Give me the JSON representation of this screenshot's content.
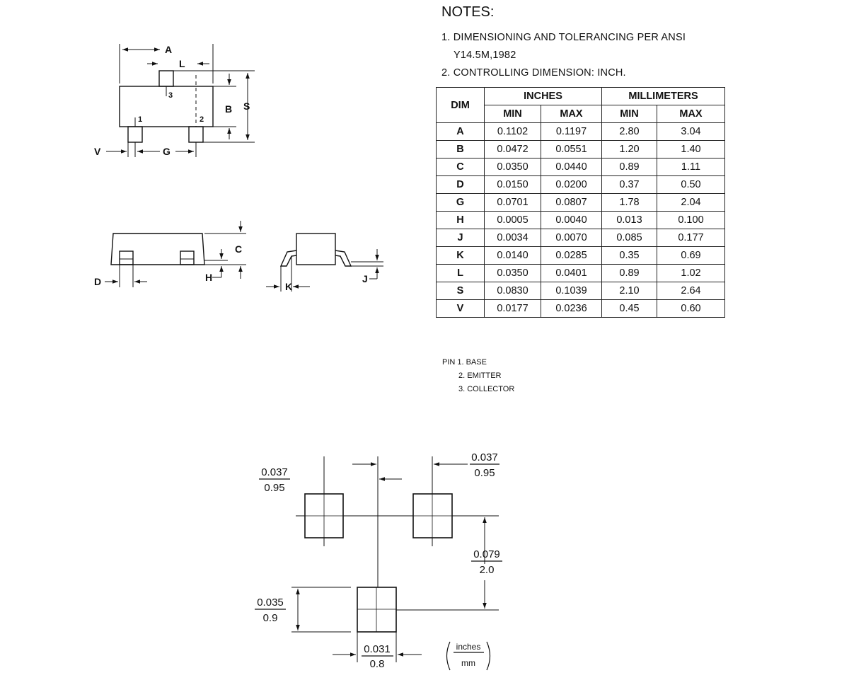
{
  "notes": {
    "title": "NOTES:",
    "line1": "1. DIMENSIONING AND TOLERANCING PER ANSI",
    "line1b": "Y14.5M,1982",
    "line2": "2. CONTROLLING DIMENSION: INCH."
  },
  "table": {
    "dim_header": "DIM",
    "inches_header": "INCHES",
    "mm_header": "MILLIMETERS",
    "min_label": "MIN",
    "max_label": "MAX",
    "rows": [
      [
        "A",
        "0.1102",
        "0.1197",
        "2.80",
        "3.04"
      ],
      [
        "B",
        "0.0472",
        "0.0551",
        "1.20",
        "1.40"
      ],
      [
        "C",
        "0.0350",
        "0.0440",
        "0.89",
        "1.11"
      ],
      [
        "D",
        "0.0150",
        "0.0200",
        "0.37",
        "0.50"
      ],
      [
        "G",
        "0.0701",
        "0.0807",
        "1.78",
        "2.04"
      ],
      [
        "H",
        "0.0005",
        "0.0040",
        "0.013",
        "0.100"
      ],
      [
        "J",
        "0.0034",
        "0.0070",
        "0.085",
        "0.177"
      ],
      [
        "K",
        "0.0140",
        "0.0285",
        "0.35",
        "0.69"
      ],
      [
        "L",
        "0.0350",
        "0.0401",
        "0.89",
        "1.02"
      ],
      [
        "S",
        "0.0830",
        "0.1039",
        "2.10",
        "2.64"
      ],
      [
        "V",
        "0.0177",
        "0.0236",
        "0.45",
        "0.60"
      ]
    ]
  },
  "pins": {
    "line1": "PIN 1. BASE",
    "line2": "2. EMITTER",
    "line3": "3. COLLECTOR"
  },
  "drawing": {
    "label_A": "A",
    "label_L": "L",
    "label_B": "B",
    "label_S": "S",
    "label_V": "V",
    "label_G": "G",
    "label_C": "C",
    "label_D": "D",
    "label_H": "H",
    "label_K": "K",
    "label_J": "J",
    "pin1": "1",
    "pin2": "2",
    "pin3": "3"
  },
  "footprint": {
    "left_top_in": "0.037",
    "left_top_mm": "0.95",
    "right_top_in": "0.037",
    "right_top_mm": "0.95",
    "right_mid_in": "0.079",
    "right_mid_mm": "2.0",
    "left_low_in": "0.035",
    "left_low_mm": "0.9",
    "bottom_in": "0.031",
    "bottom_mm": "0.8",
    "legend_top": "inches",
    "legend_bottom": "mm"
  }
}
